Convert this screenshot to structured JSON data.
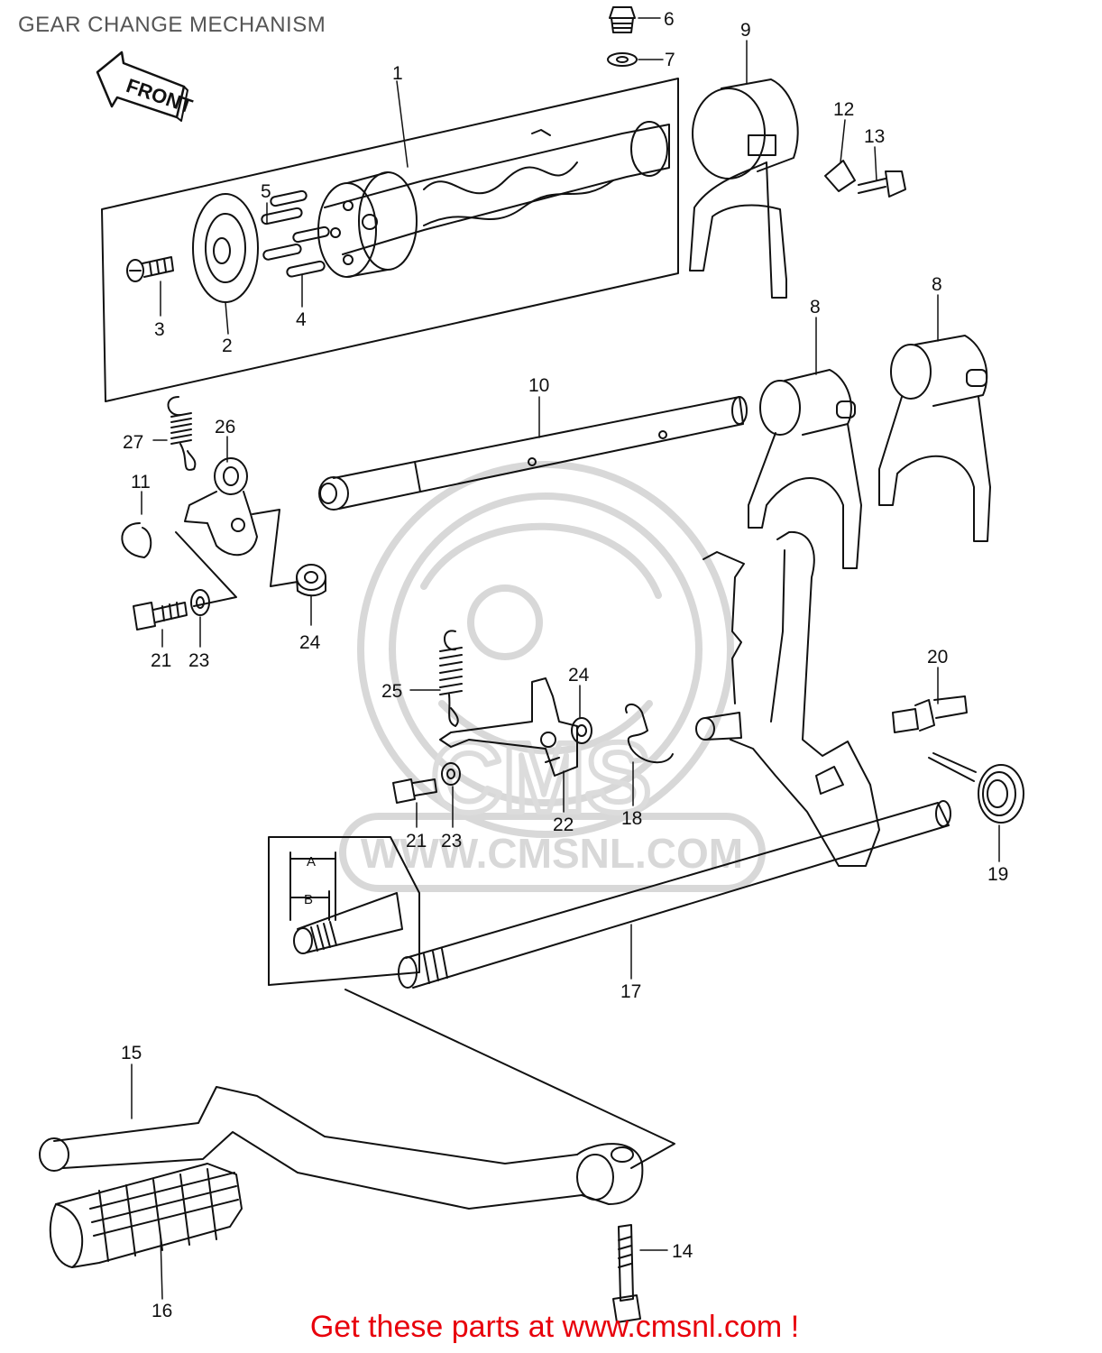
{
  "title": "GEAR CHANGE MECHANISM",
  "footer": "Get these parts at www.cmsnl.com !",
  "front_arrow_text": "FRONT",
  "watermark_brand": "CMS",
  "watermark_url": "WWW.CMSNL.COM",
  "dimension_labels": {
    "a": "A",
    "b": "B"
  },
  "callouts": [
    "1",
    "2",
    "3",
    "4",
    "5",
    "6",
    "7",
    "8",
    "8",
    "9",
    "10",
    "11",
    "12",
    "13",
    "14",
    "15",
    "16",
    "17",
    "18",
    "19",
    "20",
    "21",
    "21",
    "22",
    "23",
    "23",
    "24",
    "24",
    "25",
    "26",
    "27"
  ],
  "colors": {
    "footer": "#e8000b",
    "line": "#111111",
    "watermark": "#d9d9d9"
  }
}
